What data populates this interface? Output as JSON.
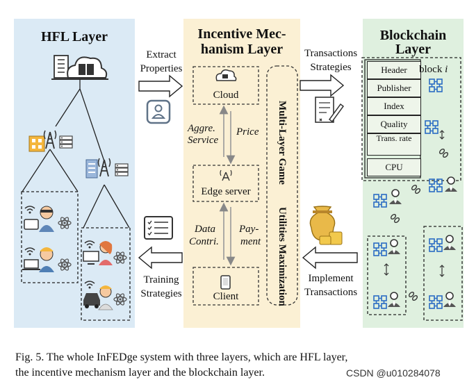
{
  "hfl": {
    "title": "HFL Layer"
  },
  "incentive": {
    "title_line1": "Incentive  Mec-",
    "title_line2": "hanism Layer",
    "cloud": "Cloud",
    "edge": "Edge server",
    "client": "Client",
    "aggre_line1": "Aggre.",
    "aggre_line2": "Service",
    "price": "Price",
    "data_line1": "Data",
    "data_line2": "Contri.",
    "payment_line1": "Pay-",
    "payment_line2": "ment",
    "game": "Multi-Layer Game",
    "utilities": "Utilities Maximization"
  },
  "blockchain": {
    "title_line1": "Blockchain",
    "title_line2": "Layer",
    "block_label": "block",
    "block_index": "i",
    "fields": [
      "Header",
      "Publisher",
      "Index",
      "Quality",
      "Trans. rate",
      "CPU"
    ]
  },
  "arrows": {
    "extract_line1": "Extract",
    "extract_line2": "Properties",
    "transactions_line1": "Transactions",
    "transactions_line2": "Strategies",
    "implement_line1": "Implement",
    "implement_line2": "Transactions",
    "training_line1": "Training",
    "training_line2": "Strategies"
  },
  "caption": {
    "line1": "Fig. 5.   The whole InFEDge system with three layers, which are HFL layer,",
    "line2": "the incentive mechanism layer and the blockchain layer.",
    "watermark": "CSDN @u010284078"
  }
}
